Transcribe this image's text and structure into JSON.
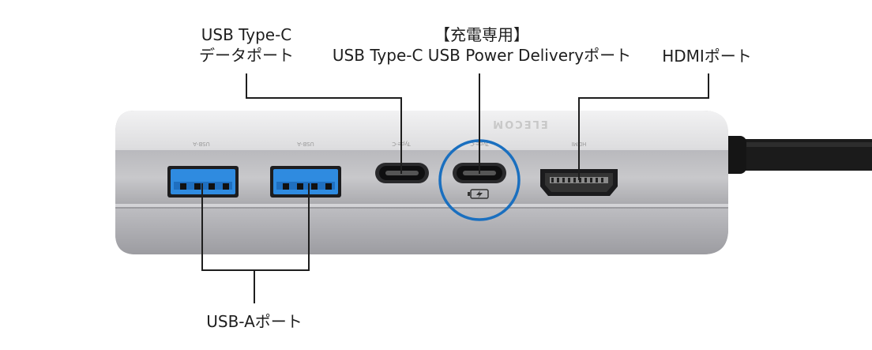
{
  "callouts": {
    "typec_data": {
      "line1": "USB Type-C",
      "line2": "データポート"
    },
    "pd": {
      "line1": "【充電専用】",
      "line2": "USB Type-C USB Power Deliveryポート"
    },
    "hdmi": {
      "label": "HDMIポート"
    },
    "usba": {
      "label": "USB-Aポート"
    }
  },
  "device": {
    "brand": "ELECOM",
    "port_captions": [
      "USB-A",
      "USB-A",
      "Type-C",
      "Type-C",
      "HDMI"
    ]
  },
  "colors": {
    "usb3_blue": "#2f8be0",
    "highlight_ring": "#1a6fbf",
    "body_silver": "#c9c9cc",
    "callout_line": "#1e1e1e"
  }
}
